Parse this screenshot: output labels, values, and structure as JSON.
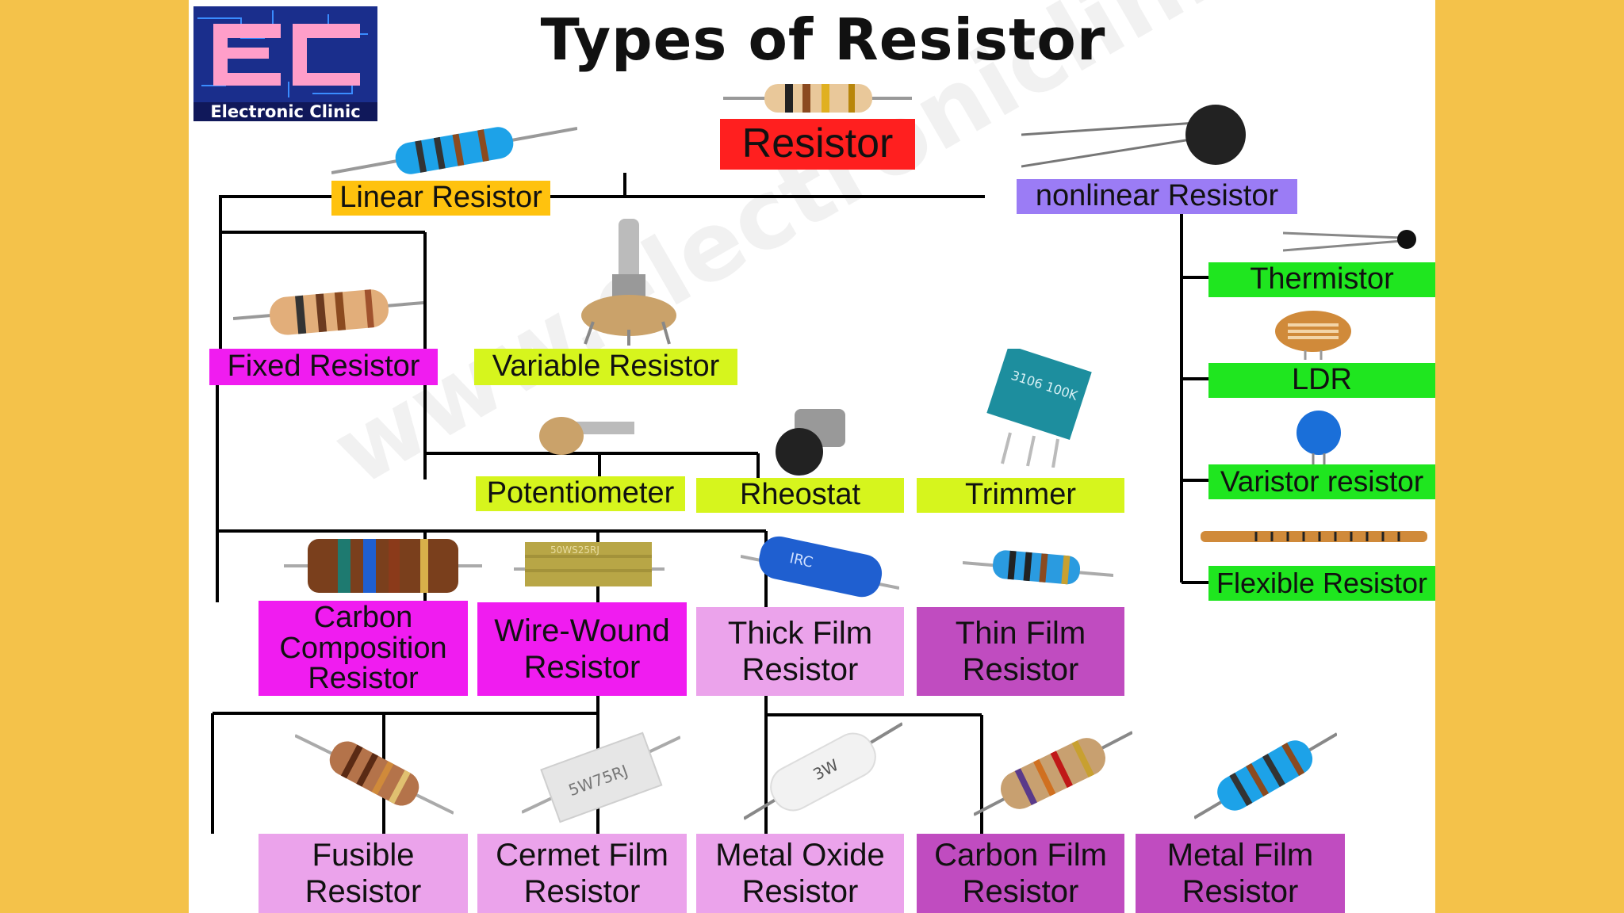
{
  "title": "Types of Resistor",
  "logo": {
    "text": "Electronic Clinic",
    "icon": "circuit-board-logo-icon"
  },
  "watermark": "www.electroniclinic.com",
  "nodes": {
    "resistor": "Resistor",
    "linear": "Linear Resistor",
    "nonlinear": "nonlinear Resistor",
    "fixed": "Fixed Resistor",
    "variable": "Variable Resistor",
    "potentiometer": "Potentiometer",
    "rheostat": "Rheostat",
    "trimmer": "Trimmer",
    "thermistor": "Thermistor",
    "ldr": "LDR",
    "varistor": "Varistor resistor",
    "flexible": "Flexible Resistor",
    "carbon_composition": [
      "Carbon",
      "Composition",
      "Resistor"
    ],
    "wire_wound": [
      "Wire-Wound",
      "Resistor"
    ],
    "thick_film": [
      "Thick Film",
      "Resistor"
    ],
    "thin_film": [
      "Thin Film",
      "Resistor"
    ],
    "fusible": [
      "Fusible",
      "Resistor"
    ],
    "cermet_film": [
      "Cermet Film",
      "Resistor"
    ],
    "metal_oxide": [
      "Metal Oxide",
      "Resistor"
    ],
    "carbon_film": [
      "Carbon Film",
      "Resistor"
    ],
    "metal_film": [
      "Metal Film",
      "Resistor"
    ]
  },
  "image_labels": {
    "wire_wound_print": "50WS25RJ",
    "thick_film_print": "IRC",
    "cermet_print": "5W75RJ",
    "metal_oxide_print": "3W",
    "trimmer_print": "3106 100K"
  },
  "colors": {
    "page_bg": "#f4c24a",
    "resistor": "#ff1f1f",
    "linear": "#ffc20e",
    "nonlinear": "#9b7cf5",
    "fixed": "#f01cf0",
    "variable": "#d6f51d",
    "nonlinear_children": "#1fe61f",
    "wire_types": "#f01cf0",
    "film_light": "#eba3eb",
    "film_dark": "#c04cc0"
  }
}
